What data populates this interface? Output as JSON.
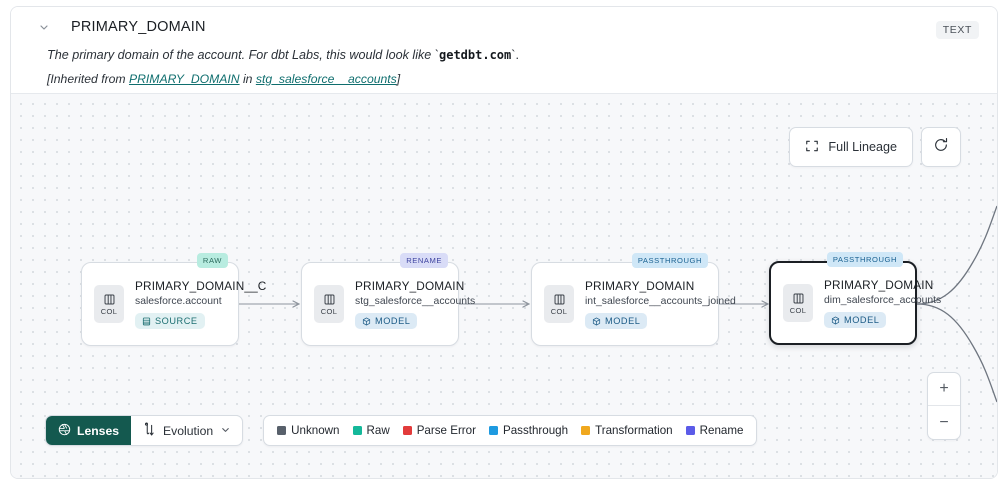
{
  "header": {
    "chevron_icon": "chevron-down-icon",
    "column_title": "PRIMARY_DOMAIN",
    "type_badge": "TEXT",
    "description_prefix": "The primary domain of the account. For dbt Labs, this would look like `",
    "description_code": "getdbt.com",
    "description_suffix": "`.",
    "inherited_prefix": "[Inherited from ",
    "inherited_link": "PRIMARY_DOMAIN",
    "inherited_mid": " in ",
    "inherited_model": "stg_salesforce__accounts",
    "inherited_suffix": "]"
  },
  "canvas": {
    "full_lineage_label": "Full Lineage",
    "full_lineage_icon": "expand-corners-icon",
    "refresh_icon": "refresh-icon",
    "zoom_in_label": "+",
    "zoom_out_label": "−",
    "col_chip_label": "COL",
    "col_chip_icon": "column-icon"
  },
  "nodes": [
    {
      "name": "PRIMARY_DOMAIN__C",
      "source": "salesforce.account",
      "kind": "SOURCE",
      "kind_icon": "database-icon",
      "tag": "RAW",
      "tag_class": "tag-raw",
      "kind_class": "",
      "selected": false
    },
    {
      "name": "PRIMARY_DOMAIN",
      "source": "stg_salesforce__accounts",
      "kind": "MODEL",
      "kind_icon": "cube-icon",
      "tag": "RENAME",
      "tag_class": "tag-rename",
      "kind_class": "model",
      "selected": false
    },
    {
      "name": "PRIMARY_DOMAIN",
      "source": "int_salesforce__accounts_joined",
      "kind": "MODEL",
      "kind_icon": "cube-icon",
      "tag": "PASSTHROUGH",
      "tag_class": "tag-pass",
      "kind_class": "model",
      "selected": false
    },
    {
      "name": "PRIMARY_DOMAIN",
      "source": "dim_salesforce_accounts",
      "kind": "MODEL",
      "kind_icon": "cube-icon",
      "tag": "PASSTHROUGH",
      "tag_class": "tag-pass",
      "kind_class": "model",
      "selected": true
    }
  ],
  "toolbar": {
    "lenses_label": "Lenses",
    "lenses_icon": "aperture-icon",
    "evolution_label": "Evolution",
    "evolution_icon": "evolution-icon",
    "evolution_chevron": "chevron-down-icon"
  },
  "legend": {
    "items": [
      {
        "label": "Unknown",
        "color": "#58606b"
      },
      {
        "label": "Raw",
        "color": "#14b89a"
      },
      {
        "label": "Parse Error",
        "color": "#e23b3b"
      },
      {
        "label": "Passthrough",
        "color": "#1e9ae0"
      },
      {
        "label": "Transformation",
        "color": "#f0a81e"
      },
      {
        "label": "Rename",
        "color": "#5b5be8"
      }
    ]
  }
}
